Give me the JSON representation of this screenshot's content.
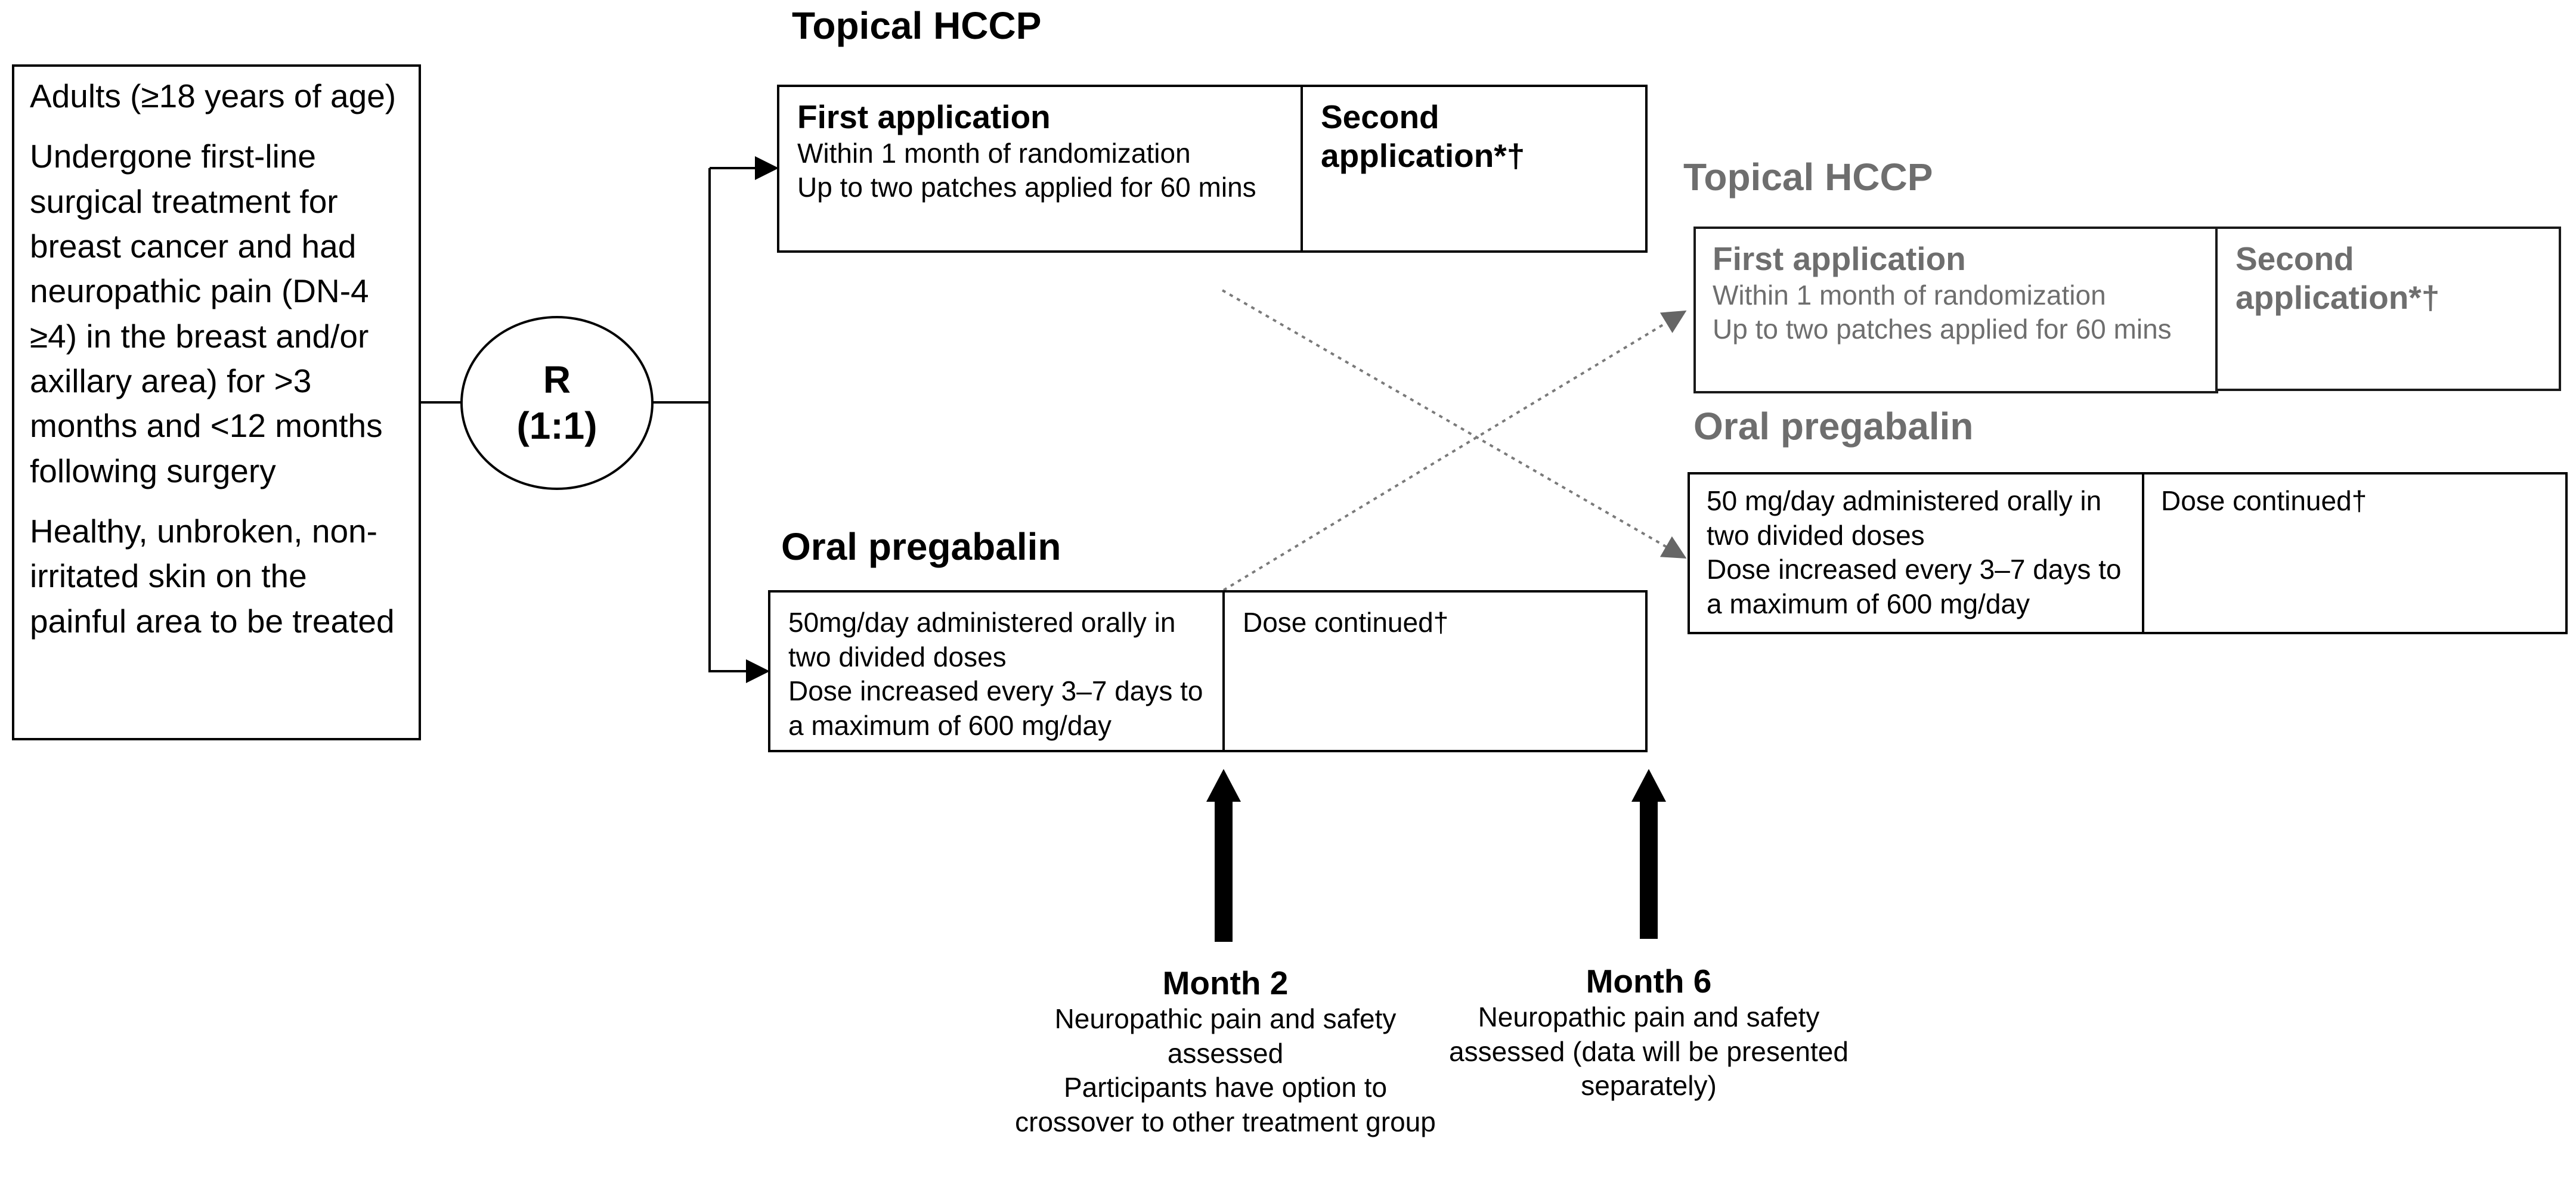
{
  "eligibility": {
    "criteria": [
      "Adults (≥18 years of age)",
      "Undergone first-line surgical treatment for breast cancer and had neuropathic pain (DN-4 ≥4) in the breast and/or axillary area) for >3 months and <12 months following surgery",
      "Healthy, unbroken, non-irritated skin on the painful area to be treated"
    ]
  },
  "randomization": {
    "letter": "R",
    "ratio": "(1:1)"
  },
  "arm_hccp": {
    "title": "Topical HCCP",
    "first_application": {
      "heading": "First application",
      "lines": [
        "Within 1 month of randomization",
        "Up to two patches applied for 60 mins"
      ]
    },
    "second_application": {
      "heading": "Second application*†"
    }
  },
  "arm_pregabalin": {
    "title": "Oral pregabalin",
    "initial": {
      "lines": [
        "50mg/day administered orally in two divided doses",
        "Dose increased every 3–7 days to a maximum of 600 mg/day"
      ]
    },
    "continued": {
      "text": "Dose continued†"
    }
  },
  "crossover_hccp": {
    "title": "Topical HCCP",
    "first_application": {
      "heading": "First application",
      "lines": [
        "Within 1 month of randomization",
        "Up to two patches applied for 60 mins"
      ]
    },
    "second_application": {
      "heading": "Second application*†"
    }
  },
  "crossover_pregabalin": {
    "title": "Oral pregabalin",
    "initial": {
      "lines": [
        "50 mg/day administered orally in two divided doses",
        "Dose increased every 3–7 days to a maximum of 600 mg/day"
      ]
    },
    "continued": {
      "text": "Dose continued†"
    }
  },
  "timepoints": [
    {
      "label": "Month 2",
      "lines": [
        "Neuropathic pain and safety assessed",
        "Participants have option to crossover to other treatment group"
      ]
    },
    {
      "label": "Month 6",
      "lines": [
        "Neuropathic pain and safety assessed (data will be presented separately)"
      ]
    }
  ],
  "colors": {
    "primary_text": "#000000",
    "crossover_text": "#6e6e6e",
    "crossover_arrow": "#7a7a7a"
  }
}
